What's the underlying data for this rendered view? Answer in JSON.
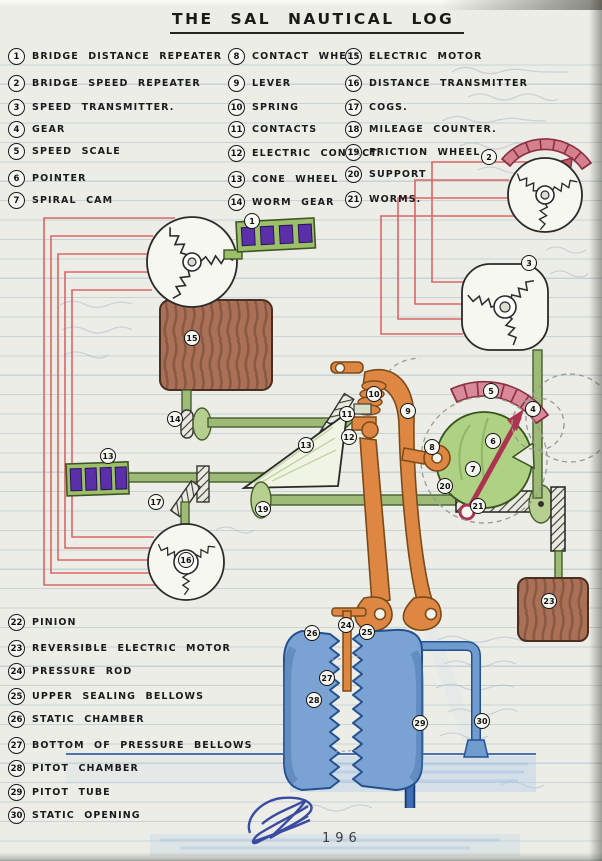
{
  "title": "THE SAL NAUTICAL LOG",
  "page_number": "196",
  "legend_top": {
    "col1": [
      {
        "num": "1",
        "label": "BRIDGE DISTANCE REPEATER"
      },
      {
        "num": "2",
        "label": "BRIDGE SPEED REPEATER"
      },
      {
        "num": "3",
        "label": "SPEED TRANSMITTER."
      },
      {
        "num": "4",
        "label": "GEAR"
      },
      {
        "num": "5",
        "label": "SPEED SCALE"
      },
      {
        "num": "6",
        "label": "POINTER"
      },
      {
        "num": "7",
        "label": "SPIRAL CAM"
      }
    ],
    "col2": [
      {
        "num": "8",
        "label": "CONTACT WHEEL"
      },
      {
        "num": "9",
        "label": "LEVER"
      },
      {
        "num": "10",
        "label": "SPRING"
      },
      {
        "num": "11",
        "label": "CONTACTS"
      },
      {
        "num": "12",
        "label": "ELECTRIC CONTACT."
      },
      {
        "num": "13",
        "label": "CONE WHEEL"
      },
      {
        "num": "14",
        "label": "WORM GEAR"
      }
    ],
    "col3": [
      {
        "num": "15",
        "label": "ELECTRIC MOTOR"
      },
      {
        "num": "16",
        "label": "DISTANCE TRANSMITTER"
      },
      {
        "num": "17",
        "label": "COGS."
      },
      {
        "num": "18",
        "label": "MILEAGE COUNTER."
      },
      {
        "num": "19",
        "label": "FRICTION WHEEL"
      },
      {
        "num": "20",
        "label": "SUPPORT"
      },
      {
        "num": "21",
        "label": "WORMS."
      }
    ]
  },
  "legend_bottom": [
    {
      "num": "22",
      "label": "PINION"
    },
    {
      "num": "23",
      "label": "REVERSIBLE ELECTRIC MOTOR"
    },
    {
      "num": "24",
      "label": "PRESSURE ROD"
    },
    {
      "num": "25",
      "label": "UPPER SEALING BELLOWS"
    },
    {
      "num": "26",
      "label": "STATIC CHAMBER"
    },
    {
      "num": "27",
      "label": "BOTTOM OF PRESSURE BELLOWS"
    },
    {
      "num": "28",
      "label": "PITOT CHAMBER"
    },
    {
      "num": "29",
      "label": "PITOT TUBE"
    },
    {
      "num": "30",
      "label": "STATIC OPENING"
    }
  ],
  "diagram_badges": {
    "n1": "1",
    "n2": "2",
    "n3": "3",
    "n4": "4",
    "n5": "5",
    "n6": "6",
    "n7": "7",
    "n8": "8",
    "n9": "9",
    "n10": "10",
    "n11": "11",
    "n12": "12",
    "n13": "13",
    "n13_box": "13",
    "n14": "14",
    "n15": "15",
    "n16": "16",
    "n17": "17",
    "n19": "19",
    "n20": "20",
    "n21": "21",
    "n23": "23",
    "n24": "24",
    "n25": "25",
    "n26": "26",
    "n27": "27",
    "n28": "28",
    "n29": "29",
    "n30": "30"
  },
  "colors": {
    "paper": "#ecede7",
    "ink": "#1c1c1c",
    "wire_red": "#d94f4f",
    "shaft_green": "#9dbb77",
    "box_green": "#9cc069",
    "contact_purple": "#5b2fa8",
    "wood_brown": "#aa7158",
    "lever_orange": "#dd8743",
    "cam_green": "#aed183",
    "scale_pink": "#d98a9a",
    "scale_dark": "#8a3040",
    "bellows_blue": "#7aa3d4",
    "pipe_blue": "#2f5ea8",
    "signature_blue": "#2b3e9c"
  }
}
